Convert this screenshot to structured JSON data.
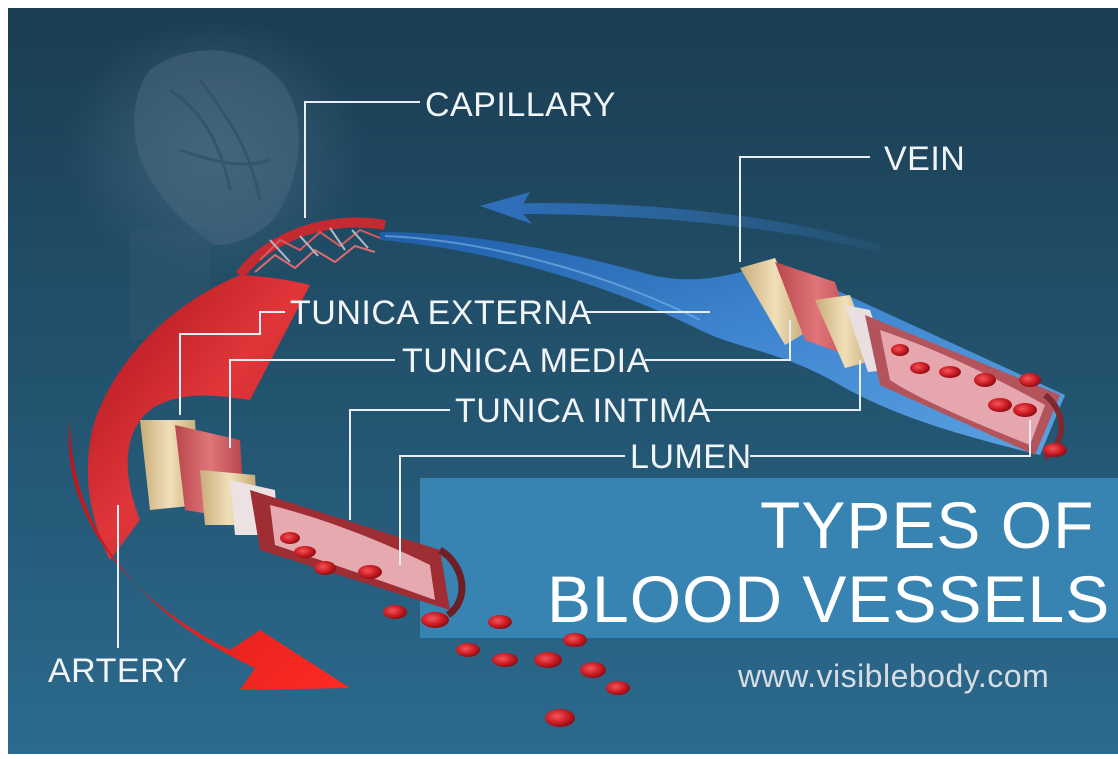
{
  "labels": {
    "capillary": "CAPILLARY",
    "vein": "VEIN",
    "tunica_externa": "TUNICA EXTERNA",
    "tunica_media": "TUNICA MEDIA",
    "tunica_intima": "TUNICA INTIMA",
    "lumen": "LUMEN",
    "artery": "ARTERY"
  },
  "title": {
    "line1": "TYPES OF",
    "line2": "BLOOD VESSELS"
  },
  "website": "www.visiblebody.com",
  "colors": {
    "background_top": "#1d4258",
    "background_bottom": "#2c6c90",
    "banner": "#3a87b4",
    "artery_red": "#d8272c",
    "vein_blue": "#2f6fb8",
    "tunica_externa": "#e7d2a4",
    "cell_red": "#d3252a"
  }
}
